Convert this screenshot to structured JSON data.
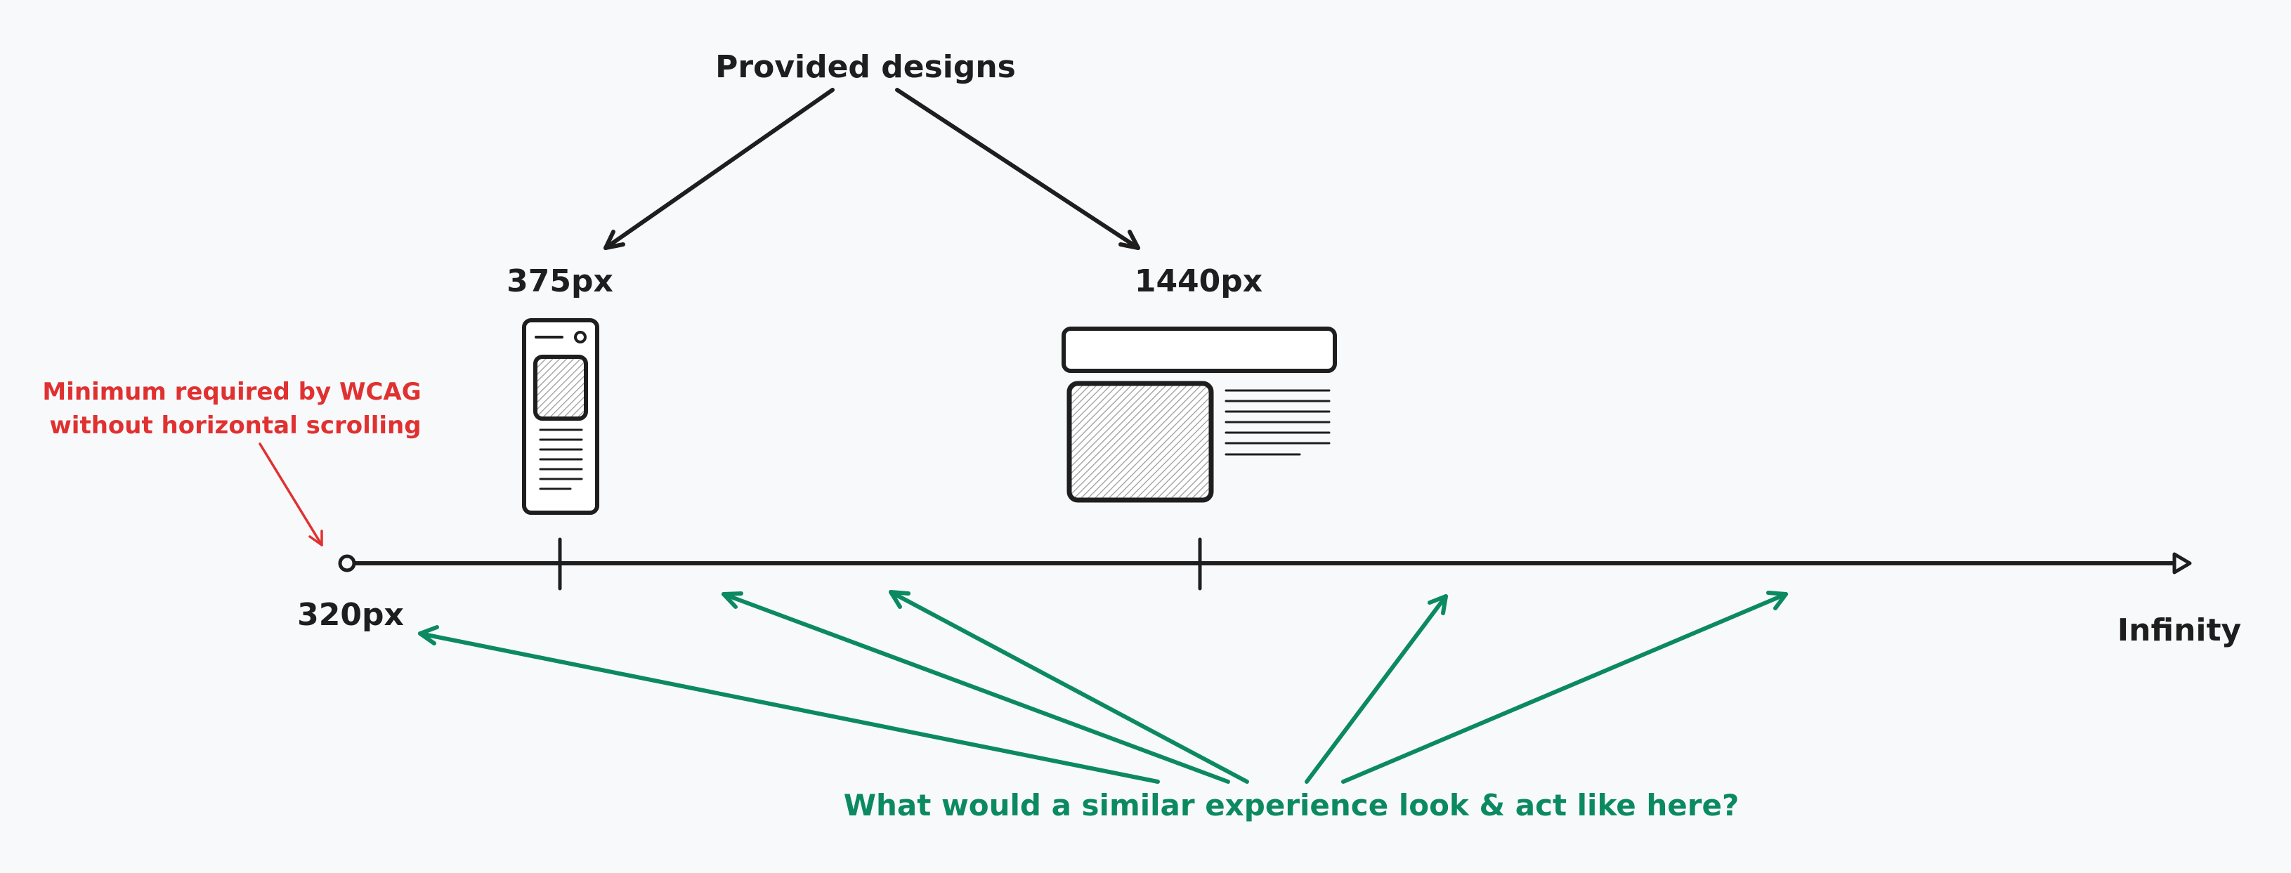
{
  "diagram": {
    "title": "Provided designs",
    "markers": {
      "mobile": "375px",
      "desktop": "1440px",
      "start": "320px",
      "end": "Infinity"
    },
    "note": {
      "line1": "Minimum required by WCAG",
      "line2": "without horizontal scrolling"
    },
    "question": "What would a similar experience look & act like here?"
  },
  "colors": {
    "background": "#f8f9fb",
    "ink": "#1e1e1e",
    "note": "#e03131",
    "question": "#0c8a5f",
    "hatch": "#b8b8b8"
  }
}
